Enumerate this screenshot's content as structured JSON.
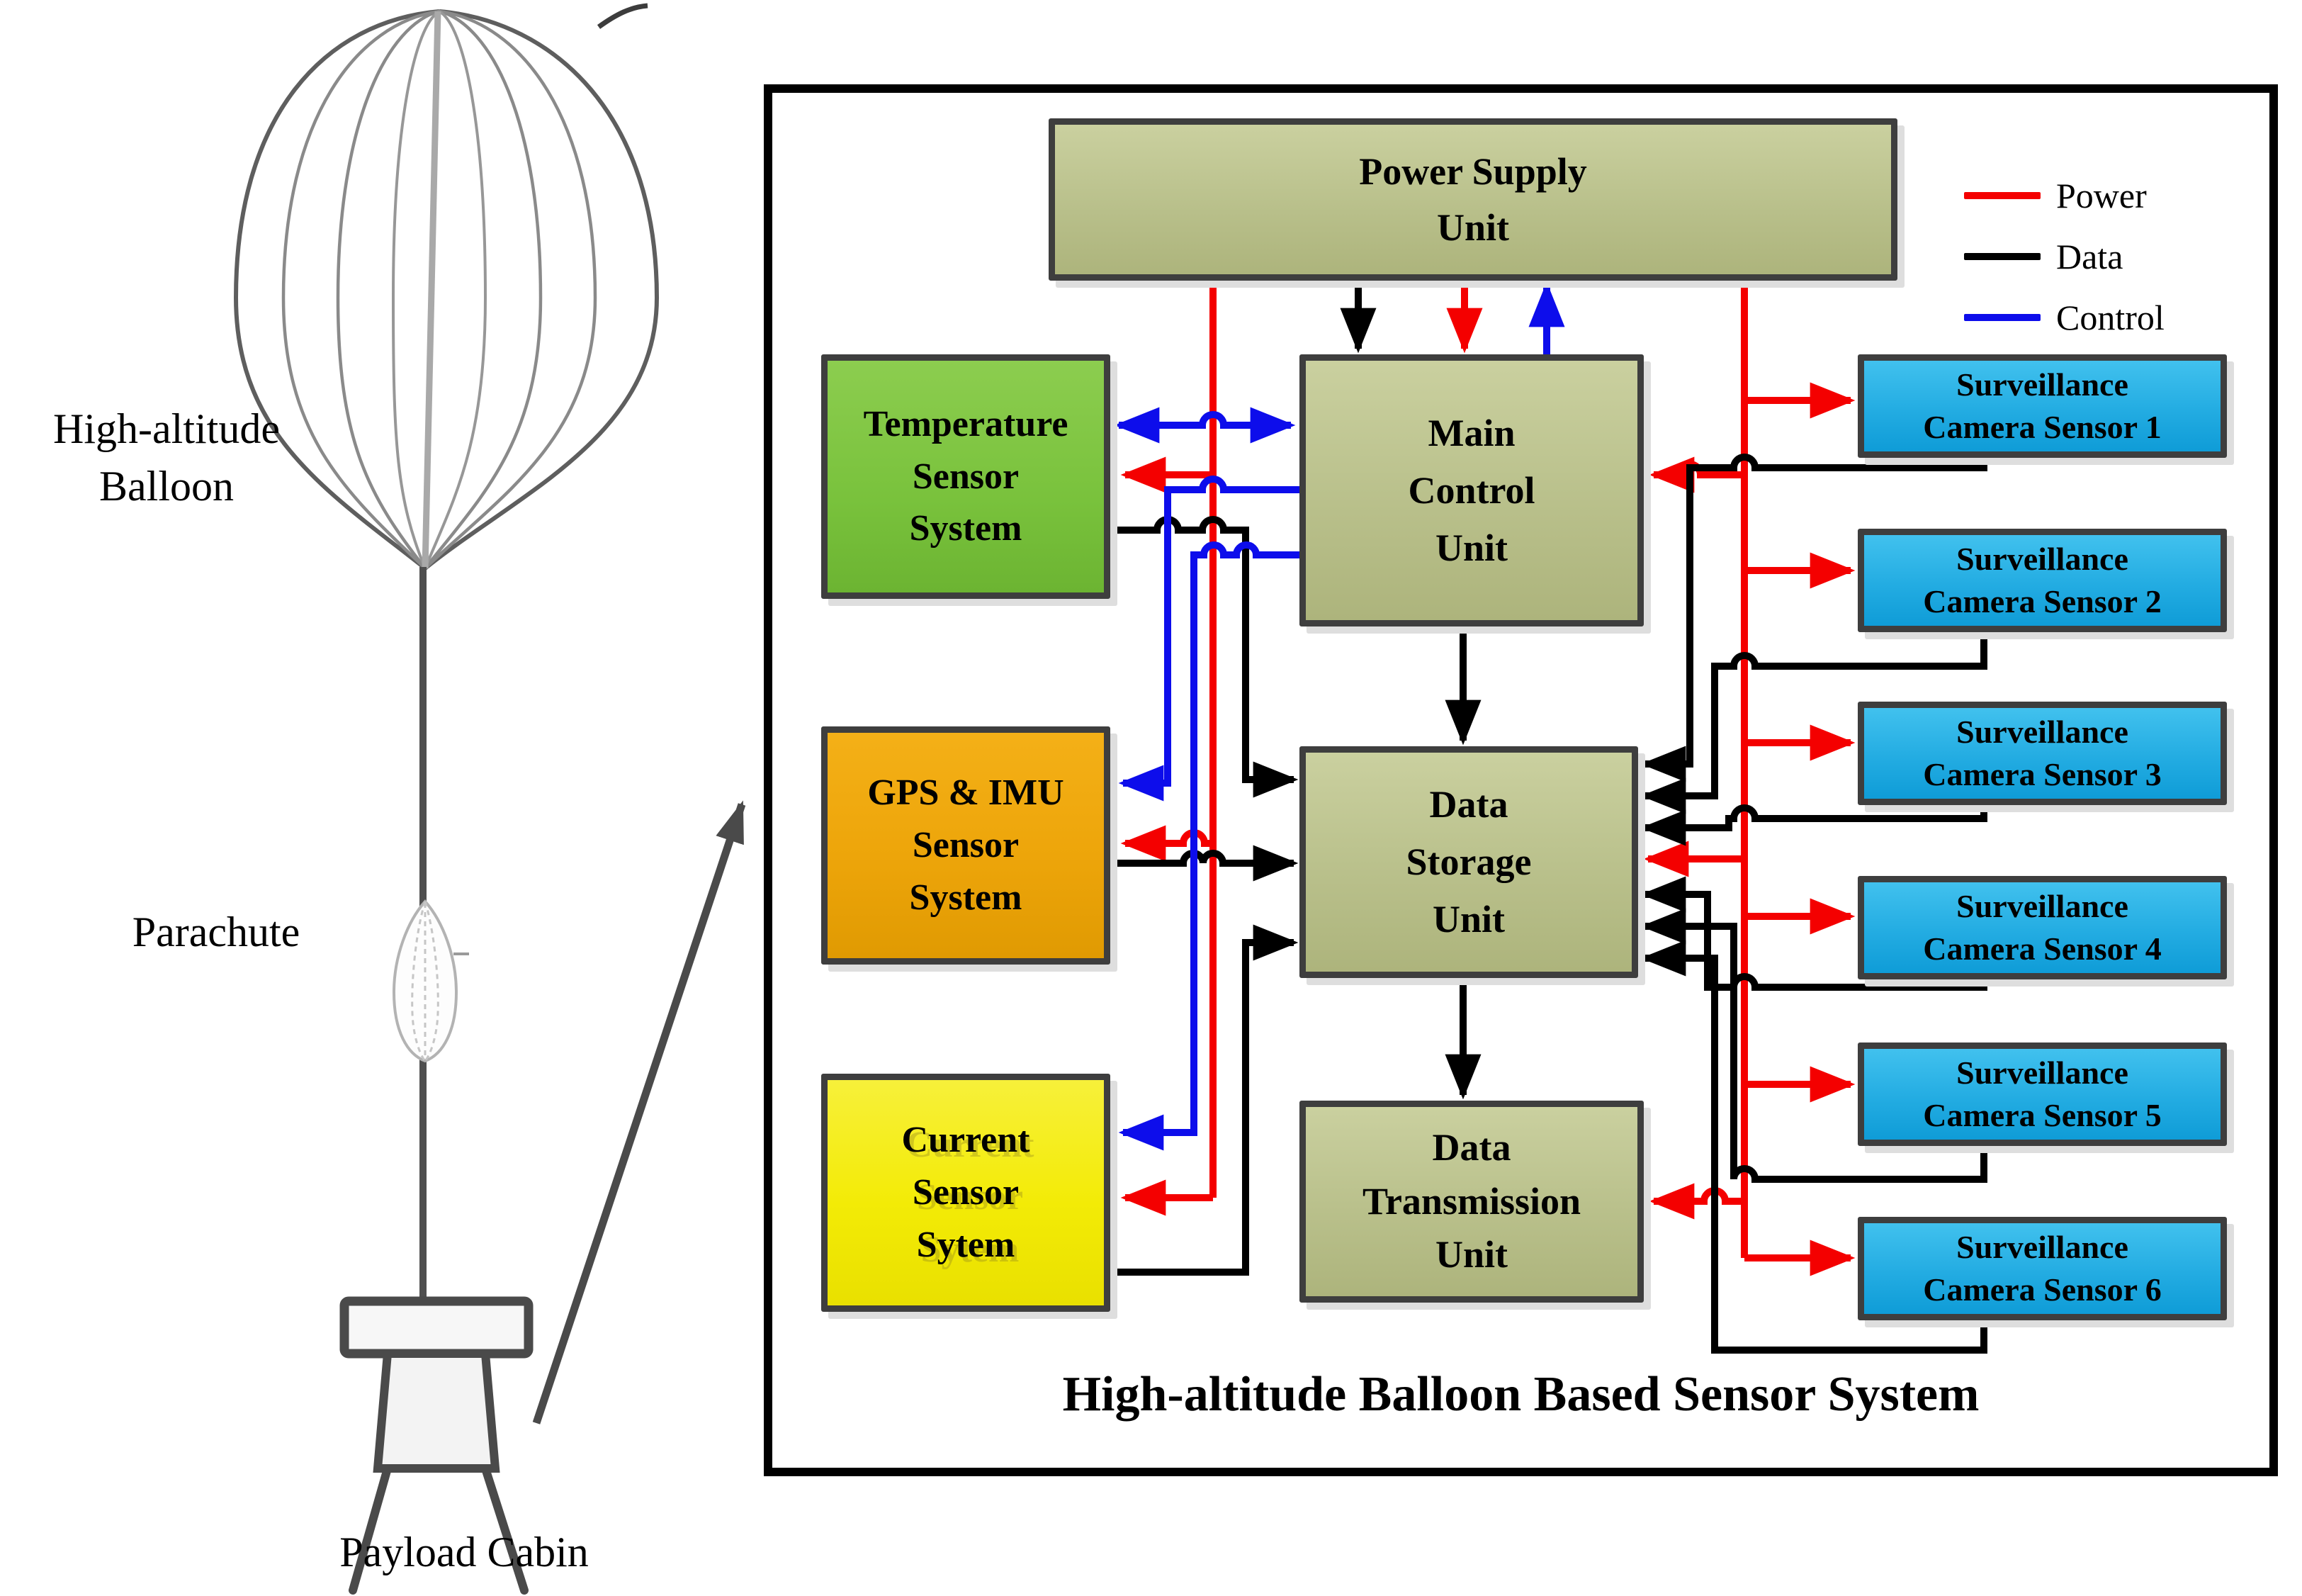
{
  "illustration": {
    "balloon_label": "High-altitude\nBalloon",
    "parachute_label": "Parachute",
    "payload_label": "Payload Cabin"
  },
  "diagram": {
    "title": "High-altitude Balloon Based Sensor System",
    "legend": [
      {
        "label": "Power",
        "color": "#f40000"
      },
      {
        "label": "Data",
        "color": "#000000"
      },
      {
        "label": "Control",
        "color": "#0d0deb"
      }
    ],
    "nodes": {
      "power_supply": "Power Supply\nUnit",
      "temperature": "Temperature\nSensor\nSystem",
      "gps_imu": "GPS & IMU\nSensor\nSystem",
      "current": "Current\nSensor\nSytem",
      "main_control": "Main\nControl\nUnit",
      "data_storage": "Data\nStorage\nUnit",
      "data_transmission": "Data\nTransmission\nUnit",
      "cameras": [
        "Surveillance\nCamera Sensor 1",
        "Surveillance\nCamera Sensor 2",
        "Surveillance\nCamera Sensor 3",
        "Surveillance\nCamera Sensor 4",
        "Surveillance\nCamera Sensor 5",
        "Surveillance\nCamera Sensor 6"
      ]
    }
  }
}
